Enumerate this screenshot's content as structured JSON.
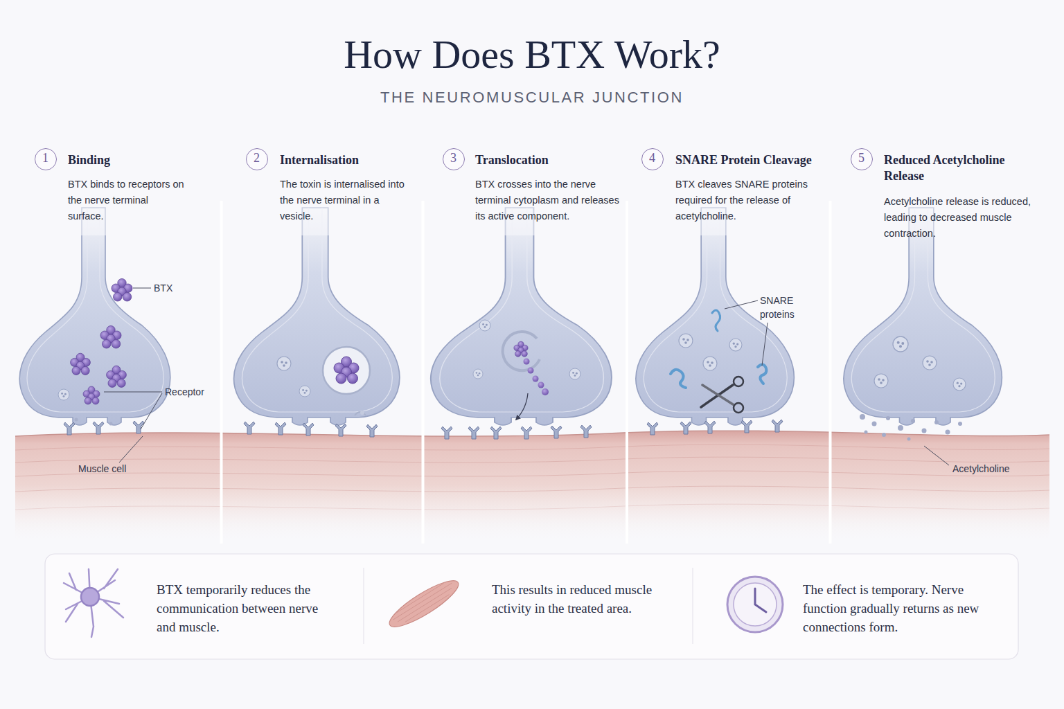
{
  "diagram": {
    "title": "How Does BTX Work?",
    "nodes": [
      {
        "text": [
          "Binding",
          "BTX binds to receptors on the nerve terminal surface."
        ]
      },
      {
        "text": [
          "1"
        ],
        "in": 0
      },
      {
        "text": [
          "Internalisation",
          "The toxin is internalised into the nerve terminal in a vesicle."
        ]
      },
      {
        "text": [
          "2"
        ],
        "in": 2
      },
      {
        "text": [
          "Translocation",
          "BTX crosses into the nerve terminal cytoplasm and releases its active component."
        ]
      },
      {
        "text": [
          "3"
        ],
        "in": 4
      },
      {
        "text": [
          "SNARE Protein Cleavage",
          "BTX cleaves SNARE proteins required for the release of acetylcholine."
        ]
      },
      {
        "text": [
          "4"
        ],
        "in": 6
      },
      {
        "text": [
          "Reduced Acetylcholine Release",
          "Acetylcholine release is reduced, leading to decreased muscle contraction."
        ]
      },
      {
        "text": [
          "5"
        ],
        "in": 8
      },
      {
        "text": [
          "BTX temporarily reduces the communication between nerve and muscle."
        ]
      },
      {
        "text": [
          "This results in reduced muscle activity in the treated area."
        ]
      },
      {
        "text": [
          "The effect is temporary. Nerve function gradually returns as new connections form."
        ]
      }
    ],
    "labels": [
      "THE NEUROMUSCULAR JUNCTION",
      "BTX",
      "Receptor",
      "Muscle cell",
      "SNARE proteins",
      "Acetylcholine"
    ]
  }
}
